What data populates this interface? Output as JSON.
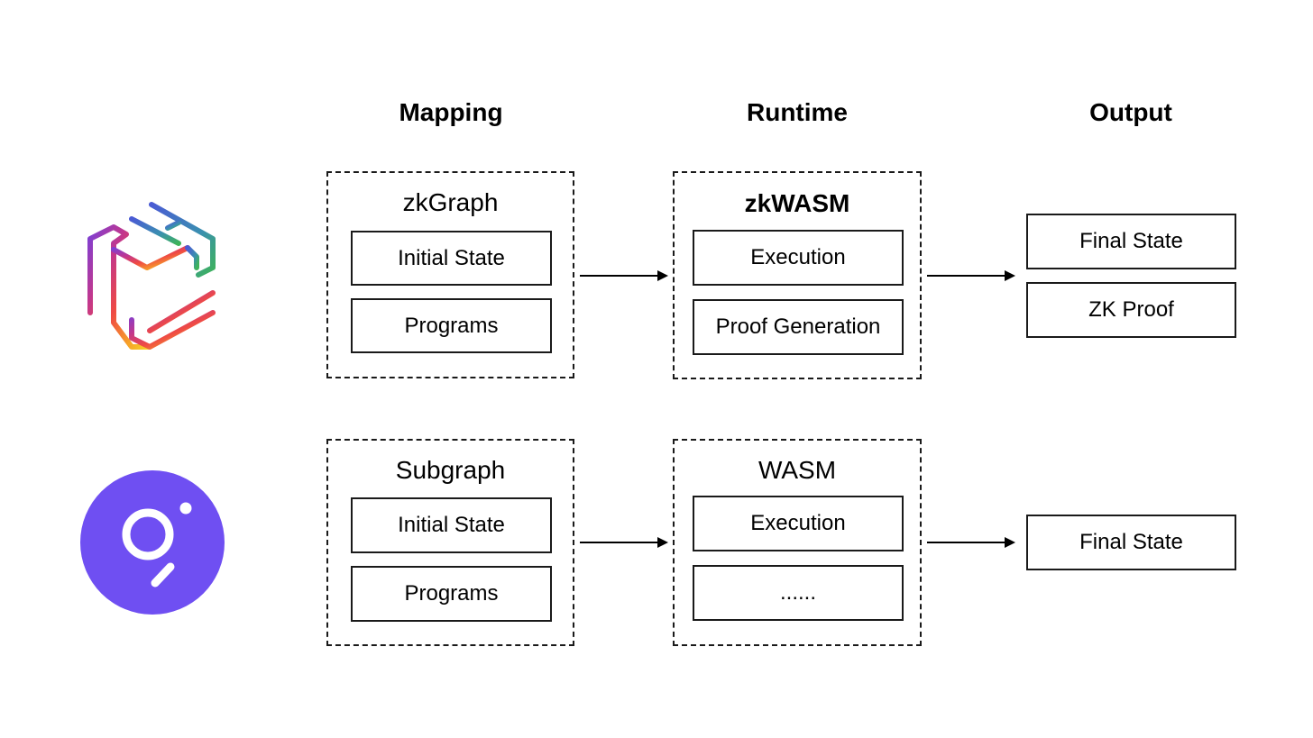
{
  "headers": {
    "mapping": "Mapping",
    "runtime": "Runtime",
    "output": "Output"
  },
  "top_row": {
    "logo": "hyper-oracle-cube-icon",
    "mapping": {
      "title": "zkGraph",
      "items": [
        "Initial State",
        "Programs"
      ]
    },
    "runtime": {
      "title": "zkWASM",
      "items": [
        "Execution",
        "Proof Generation"
      ]
    },
    "output": {
      "items": [
        "Final State",
        "ZK Proof"
      ]
    }
  },
  "bottom_row": {
    "logo": "the-graph-icon",
    "mapping": {
      "title": "Subgraph",
      "items": [
        "Initial State",
        "Programs"
      ]
    },
    "runtime": {
      "title": "WASM",
      "items": [
        "Execution",
        "......"
      ]
    },
    "output": {
      "items": [
        "Final State"
      ]
    }
  },
  "colors": {
    "graph_logo": "#6f4ff2",
    "line": "#1a1a1a"
  }
}
